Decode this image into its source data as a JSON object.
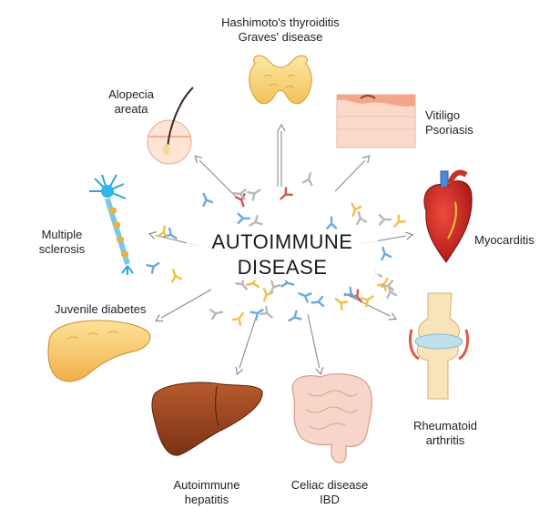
{
  "center": {
    "line1": "AUTOIMMUNE",
    "line2": "DISEASE"
  },
  "diseases": {
    "thyroid": {
      "line1": "Hashimoto's thyroiditis",
      "line2": "Graves' disease",
      "icon": "thyroid-icon"
    },
    "skin": {
      "line1": "Vitiligo",
      "line2": "Psoriasis",
      "icon": "skin-icon"
    },
    "heart": {
      "line1": "Myocarditis",
      "icon": "heart-icon"
    },
    "joint": {
      "line1": "Rheumatoid",
      "line2": "arthritis",
      "icon": "knee-joint-icon"
    },
    "intestine": {
      "line1": "Celiac disease",
      "line2": "IBD",
      "icon": "intestine-icon"
    },
    "liver": {
      "line1": "Autoimmune",
      "line2": "hepatitis",
      "icon": "liver-icon"
    },
    "pancreas": {
      "line1": "Juvenile diabetes",
      "icon": "pancreas-icon"
    },
    "neuron": {
      "line1": "Multiple",
      "line2": "sclerosis",
      "icon": "neuron-icon"
    },
    "hair": {
      "line1": "Alopecia",
      "line2": "areata",
      "icon": "hair-follicle-icon"
    }
  },
  "colors": {
    "antibody_blue": "#6fa8dc",
    "antibody_red": "#d9534f",
    "antibody_yellow": "#f0c048",
    "antibody_gray": "#b8b8b8",
    "arrow_stroke": "#8a8a8a"
  }
}
